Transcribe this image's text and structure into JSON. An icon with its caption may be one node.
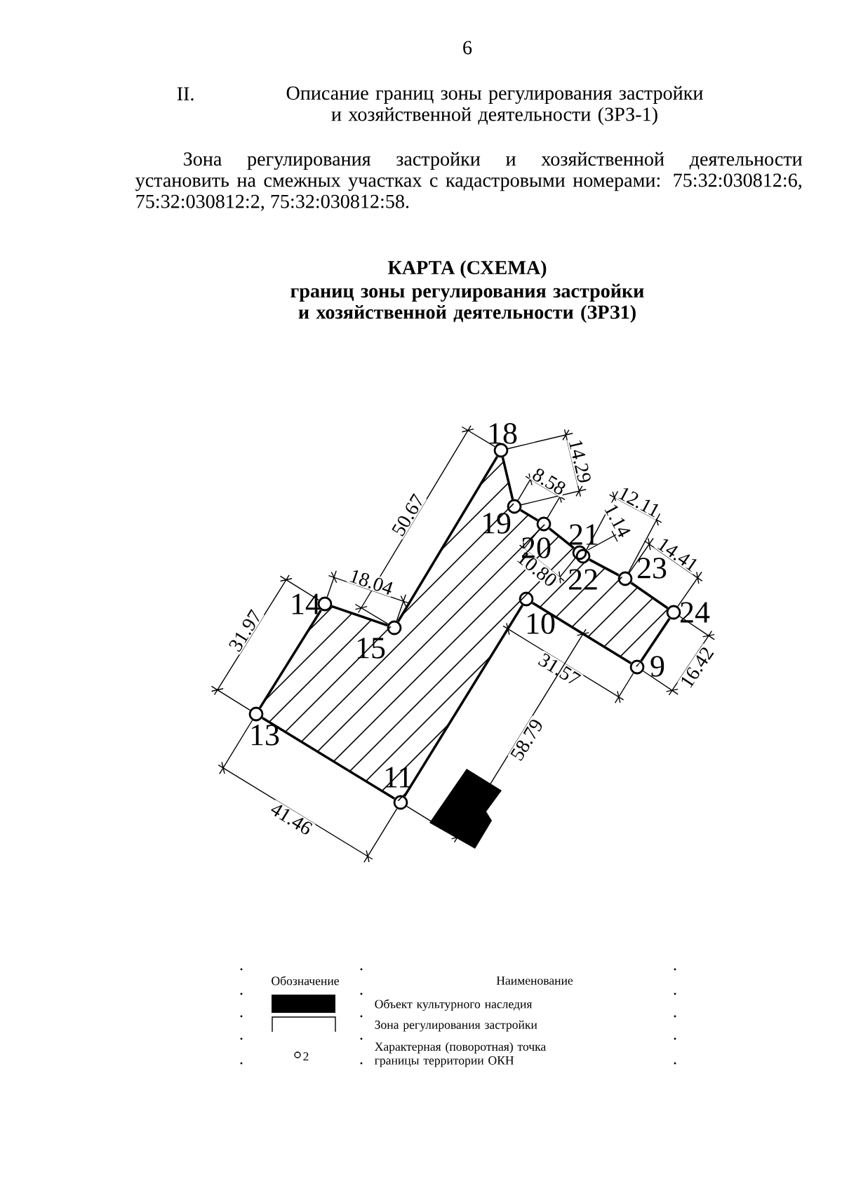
{
  "diagram": {
    "title": "КАРТА (СХЕМА)",
    "nodes": [
      {
        "text": [],
        "shape": "circle",
        "beside": [
          "18"
        ]
      },
      {
        "text": [],
        "shape": "circle",
        "beside": [
          "19"
        ]
      },
      {
        "text": [],
        "shape": "circle",
        "beside": [
          "20"
        ]
      },
      {
        "text": [],
        "shape": "circle",
        "beside": [
          "21"
        ]
      },
      {
        "text": [],
        "shape": "circle",
        "beside": [
          "22"
        ]
      },
      {
        "text": [],
        "shape": "circle",
        "beside": [
          "23"
        ]
      },
      {
        "text": [],
        "shape": "circle",
        "beside": [
          "10"
        ]
      },
      {
        "text": [],
        "shape": "circle",
        "beside": [
          "14"
        ]
      },
      {
        "text": [],
        "shape": "circle",
        "beside": [
          "24"
        ]
      },
      {
        "text": [],
        "shape": "circle",
        "beside": [
          "15"
        ]
      },
      {
        "text": [],
        "shape": "circle",
        "beside": [
          "9"
        ]
      },
      {
        "text": [],
        "shape": "circle",
        "beside": [
          "13"
        ]
      },
      {
        "text": [],
        "shape": "circle",
        "beside": [
          "11"
        ]
      }
    ],
    "edges": [
      {
        "from": 0,
        "to": 1,
        "arrow": "none"
      },
      {
        "from": 1,
        "to": 2,
        "arrow": "none"
      },
      {
        "from": 2,
        "to": 3,
        "arrow": "none"
      },
      {
        "from": 4,
        "to": 5,
        "arrow": "none"
      },
      {
        "from": 5,
        "to": 8,
        "arrow": "none"
      },
      {
        "from": 8,
        "to": 10,
        "arrow": "none"
      },
      {
        "from": 10,
        "to": 6,
        "arrow": "none"
      },
      {
        "from": 6,
        "to": 12,
        "arrow": "none"
      },
      {
        "from": 12,
        "to": 11,
        "arrow": "none"
      },
      {
        "from": 11,
        "to": 7,
        "arrow": "none"
      },
      {
        "from": 7,
        "to": 9,
        "arrow": "none"
      },
      {
        "from": 9,
        "to": 0,
        "arrow": "none"
      }
    ],
    "labels": [
      "6",
      "II.",
      "Описание границ зоны регулирования застройки и хозяйственной деятельности (ЗРЗ-1)",
      "Зона регулирования застройки и хозяйственной деятельности установить на смежных участках с кадастровыми номерами: 75:32:030812:6, 75:32:030812:2, 75:32:030812:58.",
      "границ зоны регулирования застройки и хозяйственной деятельности (ЗРЗ1)",
      "50.67",
      "14.29",
      "8.58",
      "12.11",
      "1.14",
      "14.41",
      "18.04",
      "10.80",
      "31.97",
      "31.57",
      "16.42",
      "58.79",
      "41.46",
      "Обозначение",
      "Наименование",
      "2"
    ],
    "legend": [
      {
        "text": "Объект культурного наследия",
        "color": "#000000"
      },
      {
        "text": "Зона регулирования застройки"
      },
      {
        "text": "Характерная (поворотная) точка границы территории ОКН"
      }
    ]
  }
}
